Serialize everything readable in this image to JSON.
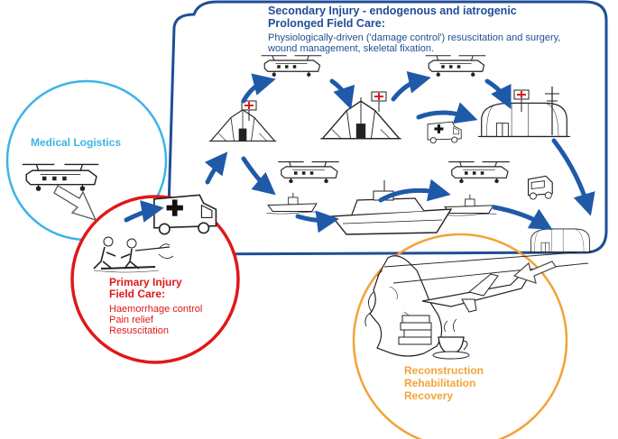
{
  "colors": {
    "secondary": "#1f4e96",
    "logistics": "#3cb4e6",
    "primary": "#e01818",
    "recovery": "#f2a33a",
    "arrow_blue": "#1f5aa8",
    "sketch": "#222222"
  },
  "secondary": {
    "title_line1": "Secondary Injury - endogenous and iatrogenic",
    "title_line2": "Prolonged Field Care:",
    "body_lines": [
      "Physiologically-driven ('damage control') resuscitation and surgery,",
      "wound management, skeletal fixation."
    ]
  },
  "logistics": {
    "title": "Medical Logistics"
  },
  "primary": {
    "title_line1": "Primary Injury",
    "title_line2": "Field Care:",
    "items": [
      "Haemorrhage control",
      "Pain relief",
      "Resuscitation"
    ]
  },
  "recovery": {
    "items": [
      "Reconstruction",
      "Rehabilitation",
      "Recovery"
    ]
  },
  "icons": {
    "helicopter": "helicopter-icon",
    "ambulance": "ambulance-icon",
    "tent": "field-hospital-tent-icon",
    "hangar": "hangar-hospital-icon",
    "ship": "hospital-ship-icon",
    "boat": "landing-craft-icon",
    "jeep": "field-ambulance-jeep-icon",
    "soldiers": "soldiers-casualty-icon",
    "plane": "transport-plane-icon",
    "map": "uk-map-icon",
    "tea": "teacup-icon",
    "books": "books-icon"
  }
}
